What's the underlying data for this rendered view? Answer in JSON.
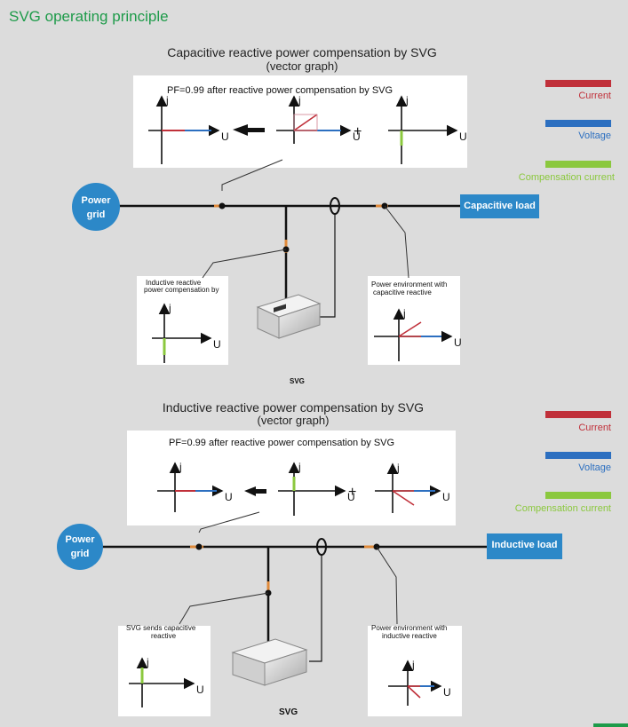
{
  "heading": "SVG operating principle",
  "legend": {
    "current": "Current",
    "voltage": "Voltage",
    "compensation": "Compensation current",
    "colors": {
      "current": "#c0303a",
      "voltage": "#2c6fc0",
      "compensation": "#8bc83e"
    }
  },
  "top": {
    "title": "Capacitive reactive power compensation by SVG",
    "subtitle": "(vector graph)",
    "pf_text": "PF=0.99 after reactive power compensation by SVG",
    "grid_label_1": "Power",
    "grid_label_2": "grid",
    "load_label": "Capacitive load",
    "left_box_line1": "Inductive reactive",
    "left_box_line2": "power compensation by",
    "right_box_line1": "Power environment with",
    "right_box_line2": "capacitive reactive",
    "svg_label": "SVG",
    "axis_j": "j",
    "axis_u": "U",
    "plus": "+"
  },
  "bottom": {
    "title": "Inductive reactive power compensation by SVG",
    "subtitle": "(vector graph)",
    "pf_text": "PF=0.99 after reactive power compensation by SVG",
    "grid_label_1": "Power",
    "grid_label_2": "grid",
    "load_label": "Inductive load",
    "left_box_line1": "SVG sends capacitive",
    "left_box_line2": "reactive",
    "right_box_line1": "Power environment with",
    "right_box_line2": "inductive reactive",
    "svg_label": "SVG",
    "axis_j": "j",
    "axis_u": "U",
    "plus": "+"
  }
}
